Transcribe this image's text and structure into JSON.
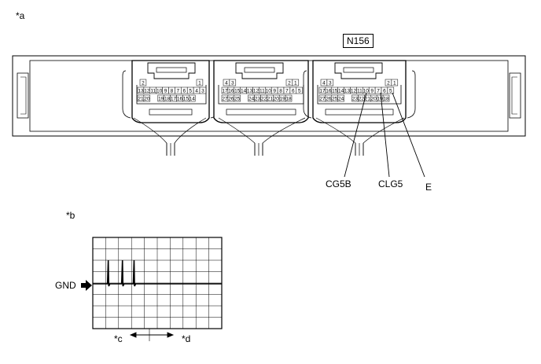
{
  "labels": {
    "view_a": "*a",
    "view_b": "*b",
    "connector": "N156",
    "pin_cg5b": "CG5B",
    "pin_clg5": "CLG5",
    "pin_e": "E",
    "gnd": "GND",
    "label_c": "*c",
    "label_d": "*d"
  },
  "connector_a": {
    "top_pins": [
      "2",
      "1"
    ],
    "row1": [
      "13",
      "12",
      "11",
      "10",
      "9",
      "8",
      "7",
      "6",
      "5",
      "4",
      "3"
    ],
    "row2": [
      "21",
      "20",
      "19",
      "18",
      "17",
      "16",
      "15",
      "14"
    ]
  },
  "connector_b": {
    "top_pins": [
      "4",
      "3",
      "2",
      "1"
    ],
    "row1": [
      "17",
      "16",
      "15",
      "14",
      "13",
      "12",
      "11",
      "10",
      "9",
      "8",
      "7",
      "6",
      "5"
    ],
    "row2": [
      "27",
      "26",
      "25",
      "24",
      "23",
      "22",
      "21",
      "20",
      "19",
      "18"
    ]
  },
  "connector_c": {
    "top_pins": [
      "4",
      "3",
      "2",
      "1"
    ],
    "row1": [
      "17",
      "16",
      "15",
      "14",
      "13",
      "12",
      "11",
      "10",
      "9",
      "7",
      "6",
      "5"
    ],
    "row2": [
      "27",
      "26",
      "25",
      "24",
      "23",
      "22",
      "21",
      "20",
      "19",
      "18"
    ]
  },
  "scope": {
    "grid_cols": 10,
    "grid_rows": 8,
    "trace": "flat-with-spikes",
    "spike_divisions": [
      1.2,
      2.3,
      3.2
    ]
  }
}
